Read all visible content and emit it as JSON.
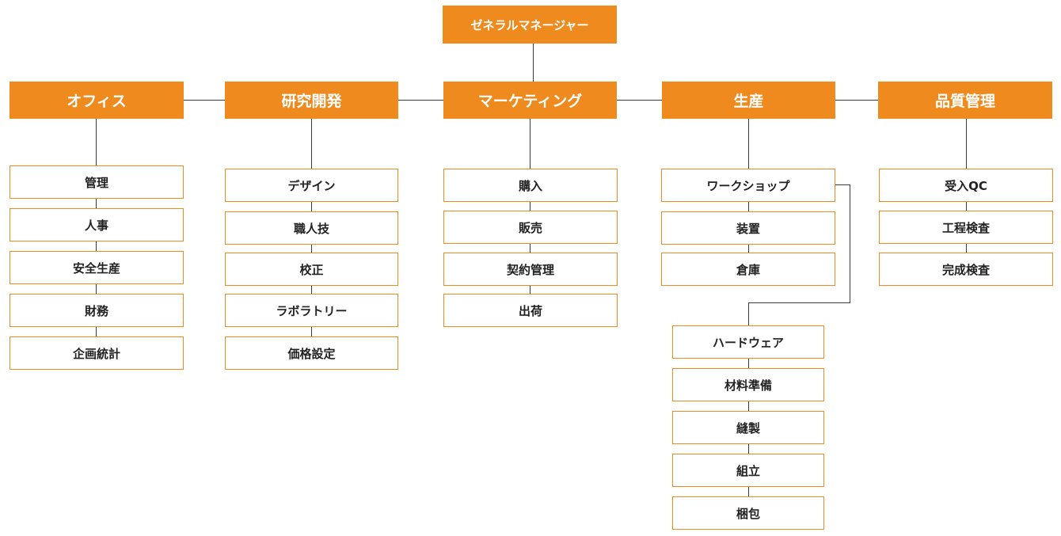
{
  "general_manager": "ゼネラルマネージャー",
  "departments": [
    {
      "name": "オフィス",
      "units": [
        "管理",
        "人事",
        "安全生産",
        "財務",
        "企画統計"
      ]
    },
    {
      "name": "研究開発",
      "units": [
        "デザイン",
        "職人技",
        "校正",
        "ラボラトリー",
        "価格設定"
      ]
    },
    {
      "name": "マーケティング",
      "units": [
        "購入",
        "販売",
        "契約管理",
        "出荷"
      ]
    },
    {
      "name": "生産",
      "units": [
        "ワークショップ",
        "装置",
        "倉庫"
      ]
    },
    {
      "name": "品質管理",
      "units": [
        "受入QC",
        "工程検査",
        "完成検査"
      ]
    }
  ],
  "workshop_units": [
    "ハードウェア",
    "材料準備",
    "縫製",
    "組立",
    "梱包"
  ],
  "colors": {
    "accent": "#ef8a1f",
    "line": "#3a3a3a",
    "text": "#222222"
  }
}
